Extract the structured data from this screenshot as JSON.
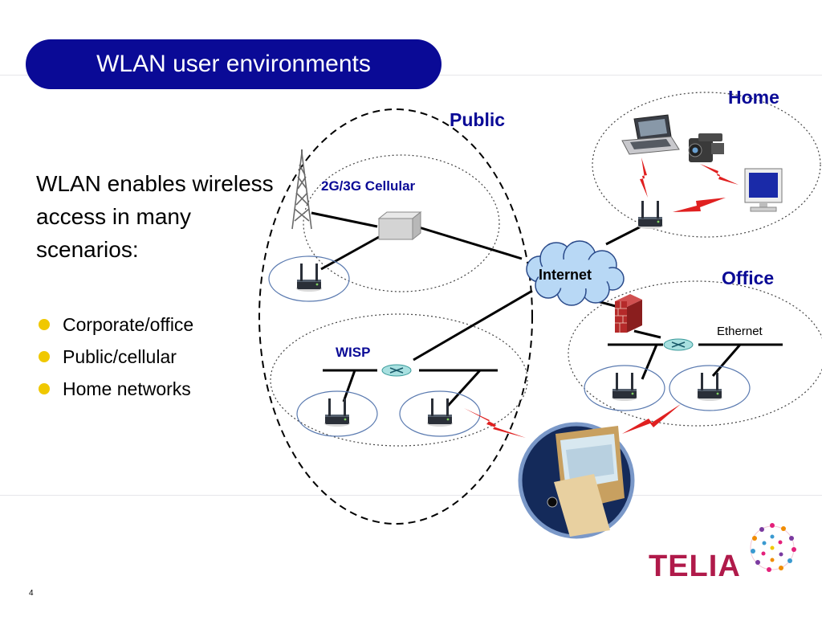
{
  "slide": {
    "title": "WLAN user environments",
    "intro": "WLAN enables wireless access in many scenarios:",
    "bullets": [
      "Corporate/office",
      "Public/cellular",
      "Home networks"
    ],
    "page_number": "4",
    "accent_color": "#0a0a96",
    "bullet_color": "#f0c800"
  },
  "diagram": {
    "labels": {
      "public": "Public",
      "cellular": "2G/3G Cellular",
      "wisp": "WISP",
      "internet": "Internet",
      "home": "Home",
      "office": "Office",
      "ethernet": "Ethernet"
    },
    "icons": [
      "cell-tower-icon",
      "access-point-icon",
      "router-box-icon",
      "network-hub-icon",
      "firewall-icon",
      "laptop-icon",
      "camcorder-icon",
      "monitor-icon",
      "lightning-icon",
      "pda-photo-icon"
    ]
  },
  "logo": {
    "text": "TELIA",
    "color": "#b01a4a"
  }
}
